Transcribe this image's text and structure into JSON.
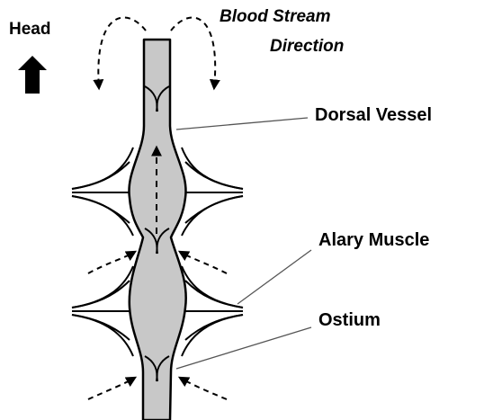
{
  "labels": {
    "head": "Head",
    "direction_line1": "Blood Stream",
    "direction_line2": "Direction",
    "dorsal_vessel": "Dorsal Vessel",
    "alary_muscle": "Alary Muscle",
    "ostium": "Ostium"
  },
  "colors": {
    "vessel_fill": "#c8c8c8",
    "stroke": "#000000",
    "leader": "#555555",
    "background": "#ffffff"
  },
  "icons": {
    "head_arrow": "up-arrow-icon"
  }
}
